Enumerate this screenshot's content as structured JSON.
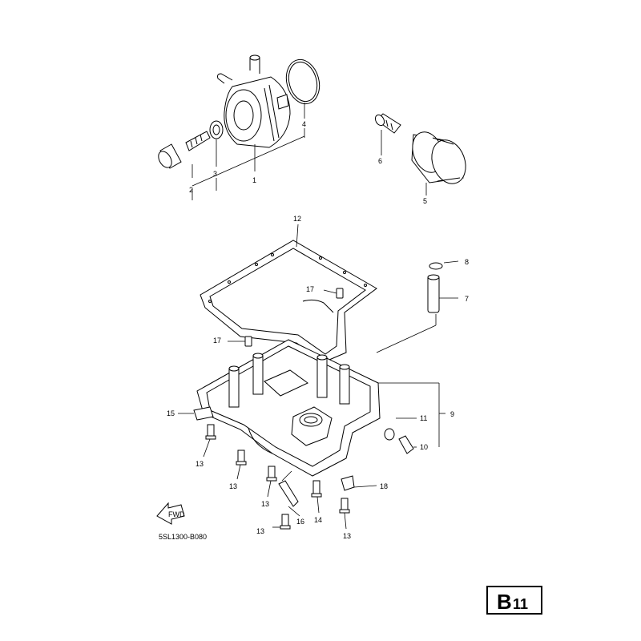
{
  "diagram": {
    "callouts": {
      "c1": "1",
      "c2": "2",
      "c3": "3",
      "c4": "4",
      "c5": "5",
      "c6": "6",
      "c7": "7",
      "c8": "8",
      "c9": "9",
      "c10": "10",
      "c11": "11",
      "c12": "12",
      "c13a": "13",
      "c13b": "13",
      "c13c": "13",
      "c13d": "13",
      "c13e": "13",
      "c14": "14",
      "c15": "15",
      "c16": "16",
      "c17a": "17",
      "c17b": "17",
      "c18": "18"
    },
    "fwd_label": "FWD",
    "drawing_code": "5SL1300-B080",
    "page_tag": {
      "letter": "B",
      "number": "11"
    }
  }
}
